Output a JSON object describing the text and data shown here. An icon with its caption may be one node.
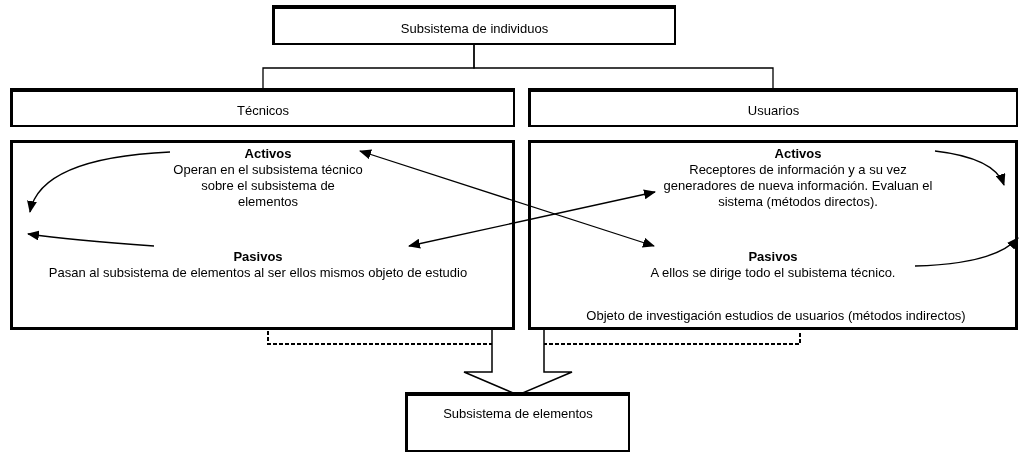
{
  "diagram": {
    "nodes": [
      {
        "text": [
          "Subsistema de individuos"
        ]
      },
      {
        "text": [
          "Técnicos"
        ]
      },
      {
        "text": [
          "Usuarios"
        ]
      },
      {
        "text": [],
        "shape": "box"
      },
      {
        "text": [
          "Activos",
          "Operan en el subsistema técnico sobre el subsistema de elementos"
        ],
        "in": 3
      },
      {
        "text": [
          "Pasivos",
          "Pasan al subsistema de elementos al ser ellos mismos objeto de estudio"
        ],
        "in": 3
      },
      {
        "text": [],
        "shape": "box"
      },
      {
        "text": [
          "Activos",
          "Receptores de información y a su vez generadores de nueva información. Evaluan el sistema (métodos directos)."
        ],
        "in": 6
      },
      {
        "text": [
          "Pasivos",
          "A ellos se dirige todo el subistema técnico."
        ],
        "in": 6
      },
      {
        "text": [
          "Objeto de investigación estudios de usuarios (métodos indirectos)"
        ],
        "in": 6
      },
      {
        "text": [
          "Subsistema de elementos"
        ]
      }
    ],
    "edges": [
      {
        "from": 0,
        "to": 1,
        "arrow": "none"
      },
      {
        "from": 0,
        "to": 2,
        "arrow": "none"
      },
      {
        "from": 4,
        "to": null,
        "arrow": "to"
      },
      {
        "from": 5,
        "to": null,
        "arrow": "to"
      },
      {
        "from": 7,
        "to": null,
        "arrow": "to"
      },
      {
        "from": 8,
        "to": null,
        "arrow": "to"
      },
      {
        "from": 4,
        "to": 8,
        "arrow": "both"
      },
      {
        "from": 5,
        "to": 7,
        "arrow": "both"
      },
      {
        "from": 3,
        "to": 10,
        "arrow": "to",
        "style": "thick"
      },
      {
        "from": 6,
        "to": 10,
        "arrow": "to",
        "style": "thick"
      }
    ]
  }
}
